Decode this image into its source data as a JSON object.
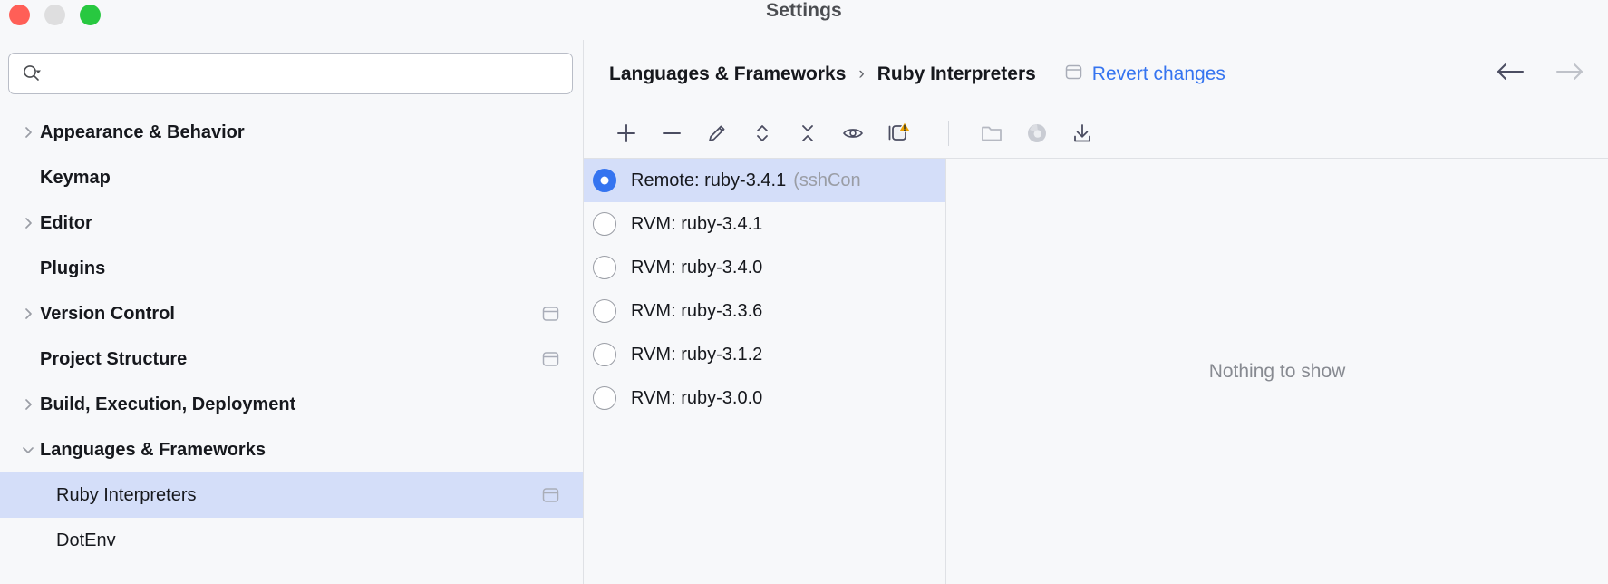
{
  "window": {
    "title": "Settings",
    "traffic_lights": [
      "close",
      "minimize",
      "zoom"
    ],
    "colors": {
      "close": "#ff5f57",
      "minimize": "#dededf",
      "zoom": "#28c840",
      "accent": "#3574f0",
      "selection": "#d4def9",
      "background": "#f7f8fa",
      "warning": "#eda200"
    }
  },
  "search": {
    "value": "",
    "placeholder": "",
    "icon": "search-icon"
  },
  "sidebar": {
    "items": [
      {
        "label": "Appearance & Behavior",
        "level": "top",
        "arrow": "chevron-right",
        "selected": false,
        "badge": false
      },
      {
        "label": "Keymap",
        "level": "top",
        "arrow": "",
        "selected": false,
        "badge": false
      },
      {
        "label": "Editor",
        "level": "top",
        "arrow": "chevron-right",
        "selected": false,
        "badge": false
      },
      {
        "label": "Plugins",
        "level": "top",
        "arrow": "",
        "selected": false,
        "badge": false
      },
      {
        "label": "Version Control",
        "level": "top",
        "arrow": "chevron-right",
        "selected": false,
        "badge": true
      },
      {
        "label": "Project Structure",
        "level": "top",
        "arrow": "",
        "selected": false,
        "badge": true
      },
      {
        "label": "Build, Execution, Deployment",
        "level": "top",
        "arrow": "chevron-right",
        "selected": false,
        "badge": false
      },
      {
        "label": "Languages & Frameworks",
        "level": "top",
        "arrow": "chevron-down",
        "selected": false,
        "badge": false
      },
      {
        "label": "Ruby Interpreters",
        "level": "child",
        "arrow": "",
        "selected": true,
        "badge": true
      },
      {
        "label": "DotEnv",
        "level": "child",
        "arrow": "",
        "selected": false,
        "badge": false
      }
    ]
  },
  "header": {
    "breadcrumb": [
      "Languages & Frameworks",
      "Ruby Interpreters"
    ],
    "separator": "›",
    "revert_label": "Revert changes",
    "revert_icon": "project-scope-icon",
    "back_icon": "arrow-left-icon",
    "forward_icon": "arrow-right-icon"
  },
  "toolbar": {
    "primary": [
      {
        "name": "add-interpreter-button",
        "icon": "plus-icon",
        "title": "Add"
      },
      {
        "name": "remove-interpreter-button",
        "icon": "minus-icon",
        "title": "Remove"
      },
      {
        "name": "edit-interpreter-button",
        "icon": "pencil-icon",
        "title": "Edit"
      },
      {
        "name": "expand-all-button",
        "icon": "expand-icon",
        "title": "Expand"
      },
      {
        "name": "collapse-all-button",
        "icon": "collapse-icon",
        "title": "Collapse"
      },
      {
        "name": "show-hidden-button",
        "icon": "eye-icon",
        "title": "Show"
      },
      {
        "name": "copy-interpreter-button",
        "icon": "copy-warning-icon",
        "title": "Copy"
      }
    ],
    "secondary": [
      {
        "name": "open-folder-button",
        "icon": "folder-icon",
        "title": "Folder"
      },
      {
        "name": "gem-manager-button",
        "icon": "gem-icon",
        "title": "Gems"
      },
      {
        "name": "download-button",
        "icon": "download-icon",
        "title": "Download"
      }
    ]
  },
  "interpreters": {
    "items": [
      {
        "name": "Remote: ruby-3.4.1",
        "extra": "(sshCon",
        "selected": true,
        "checked": true
      },
      {
        "name": "RVM: ruby-3.4.1",
        "extra": "",
        "selected": false,
        "checked": false
      },
      {
        "name": "RVM: ruby-3.4.0",
        "extra": "",
        "selected": false,
        "checked": false
      },
      {
        "name": "RVM: ruby-3.3.6",
        "extra": "",
        "selected": false,
        "checked": false
      },
      {
        "name": "RVM: ruby-3.1.2",
        "extra": "",
        "selected": false,
        "checked": false
      },
      {
        "name": "RVM: ruby-3.0.0",
        "extra": "",
        "selected": false,
        "checked": false
      }
    ]
  },
  "detail": {
    "empty_text": "Nothing to show"
  }
}
